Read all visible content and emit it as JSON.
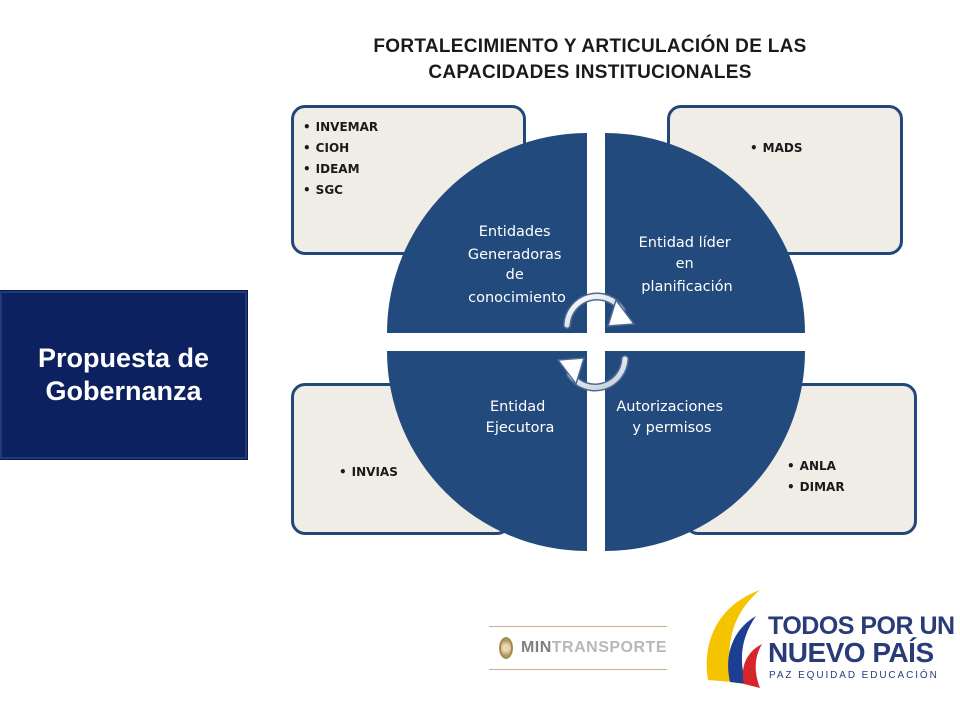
{
  "title": {
    "line1": "FORTALECIMIENTO Y ARTICULACIÓN DE LAS",
    "line2": "CAPACIDADES INSTITUCIONALES"
  },
  "governance": {
    "line1": "Propuesta de",
    "line2": "Gobernanza"
  },
  "quadrants": {
    "top_left": {
      "label_lines": [
        "Entidades",
        "Generadoras",
        "de",
        "conocimiento"
      ],
      "entities": [
        "INVEMAR",
        "CIOH",
        "IDEAM",
        "SGC"
      ]
    },
    "top_right": {
      "label_lines": [
        "Entidad líder",
        "en",
        "planificación"
      ],
      "entities": [
        "MADS"
      ]
    },
    "bottom_left": {
      "label_lines": [
        "Entidad",
        "Ejecutora"
      ],
      "entities": [
        "INVIAS"
      ]
    },
    "bottom_right": {
      "label_lines": [
        "Autorizaciones",
        "y permisos"
      ],
      "entities": [
        "ANLA",
        "DIMAR"
      ]
    }
  },
  "colors": {
    "circle": "#234a7c",
    "card_fill": "#efede6",
    "card_border": "#24477a",
    "gov_box": "#0d2160",
    "flag_yellow": "#f5c400",
    "flag_blue": "#1c3f94",
    "flag_red": "#d6262a"
  },
  "logos": {
    "mintransporte": {
      "prefix": "MIN",
      "name": "TRANSPORTE"
    },
    "gobierno": {
      "line1": "TODOS POR UN",
      "line2": "NUEVO PAÍS",
      "tagline": "PAZ  EQUIDAD  EDUCACIÓN"
    }
  }
}
